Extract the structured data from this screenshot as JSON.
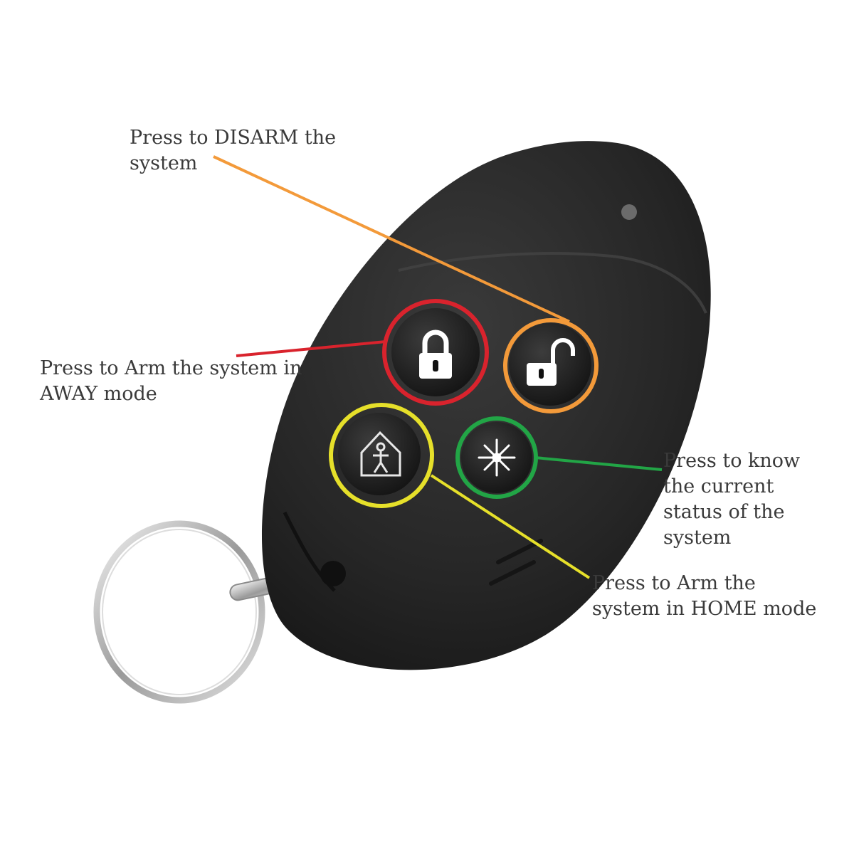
{
  "callouts": {
    "disarm": "Press to DISARM the\nsystem",
    "arm_away": "Press to Arm the system in\nAWAY mode",
    "status": "Press to know\nthe current\nstatus of the\nsystem",
    "arm_home": "Press to Arm the\nsystem in HOME mode"
  },
  "colors": {
    "disarm": "#f39a3a",
    "arm_away": "#d9232d",
    "status": "#22a546",
    "arm_home": "#e6e02a",
    "fob_body": "#262626"
  },
  "icons": {
    "arm_away_button": "closed-padlock-icon",
    "disarm_button": "open-padlock-icon",
    "arm_home_button": "house-person-icon",
    "status_button": "sparkle-star-icon",
    "led": "led-indicator",
    "key_ring": "key-ring"
  }
}
